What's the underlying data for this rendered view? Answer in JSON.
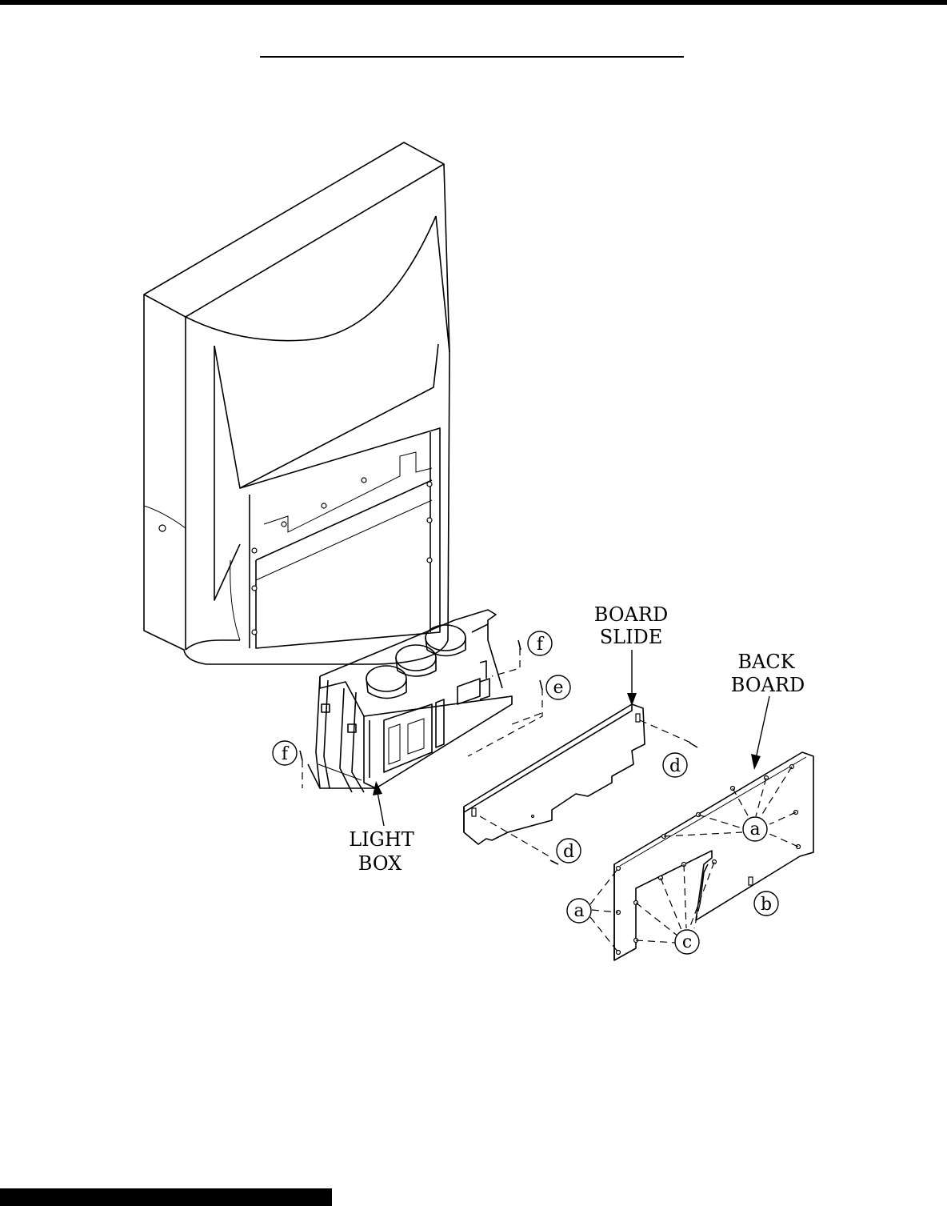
{
  "labels": {
    "board_slide_line1": "BOARD",
    "board_slide_line2": "SLIDE",
    "back_board_line1": "BACK",
    "back_board_line2": "BOARD",
    "light_box_line1": "LIGHT",
    "light_box_line2": "BOX"
  },
  "callouts": {
    "a": "a",
    "b": "b",
    "c": "c",
    "d": "d",
    "e": "e",
    "f": "f"
  }
}
